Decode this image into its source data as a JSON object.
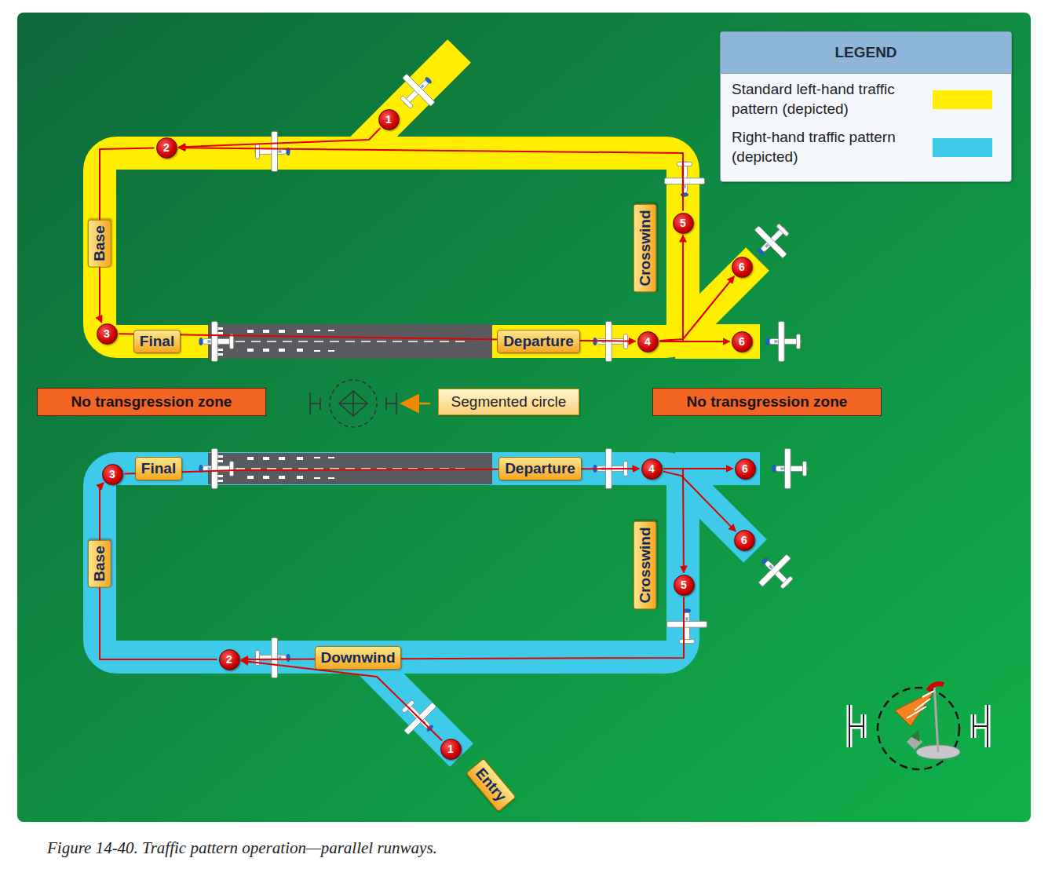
{
  "diagram": {
    "caption": "Figure 14-40. Traffic pattern operation—parallel runways.",
    "nodes": [
      {
        "text": [
          "1"
        ]
      },
      {
        "text": [
          "2"
        ]
      },
      {
        "text": [
          "Base"
        ]
      },
      {
        "text": [
          "Crosswind"
        ]
      },
      {
        "text": [
          "5"
        ]
      },
      {
        "text": [
          "6"
        ]
      },
      {
        "text": [
          "3"
        ]
      },
      {
        "text": [
          "Final"
        ]
      },
      {
        "text": [
          "Departure"
        ]
      },
      {
        "text": [
          "4"
        ]
      },
      {
        "text": [
          "6"
        ]
      },
      {
        "text": [
          "No transgression zone"
        ]
      },
      {
        "text": [
          "Segmented circle"
        ]
      },
      {
        "text": [
          "No transgression zone"
        ]
      },
      {
        "text": [
          "3"
        ]
      },
      {
        "text": [
          "Final"
        ]
      },
      {
        "text": [
          "Departure"
        ]
      },
      {
        "text": [
          "4"
        ]
      },
      {
        "text": [
          "6"
        ]
      },
      {
        "text": [
          "6"
        ]
      },
      {
        "text": [
          "Base"
        ]
      },
      {
        "text": [
          "Crosswind"
        ]
      },
      {
        "text": [
          "5"
        ]
      },
      {
        "text": [
          "2"
        ]
      },
      {
        "text": [
          "Downwind"
        ]
      },
      {
        "text": [
          "1"
        ]
      },
      {
        "text": [
          "Entry"
        ]
      }
    ],
    "edges": [
      {
        "from": 0,
        "to": 1,
        "arrow": "to"
      },
      {
        "from": 4,
        "to": 1,
        "arrow": "to"
      },
      {
        "from": 1,
        "to": 6,
        "arrow": "to"
      },
      {
        "from": 6,
        "to": 9,
        "arrow": "to"
      },
      {
        "from": 9,
        "to": 4,
        "arrow": "to"
      },
      {
        "from": 9,
        "to": 5,
        "arrow": "to"
      },
      {
        "from": 9,
        "to": 10,
        "arrow": "to"
      },
      {
        "from": 25,
        "to": 23,
        "arrow": "to"
      },
      {
        "from": 22,
        "to": 23,
        "arrow": "to"
      },
      {
        "from": 23,
        "to": 14,
        "arrow": "to"
      },
      {
        "from": 14,
        "to": 17,
        "arrow": "to"
      },
      {
        "from": 17,
        "to": 22,
        "arrow": "to"
      },
      {
        "from": 17,
        "to": 18,
        "arrow": "to"
      },
      {
        "from": 17,
        "to": 19,
        "arrow": "to"
      }
    ],
    "labels": [
      "LEGEND"
    ],
    "legend": [
      {
        "text": "Standard left-hand traffic pattern (depicted)",
        "color": "#ffee00"
      },
      {
        "text": "Right-hand traffic pattern (depicted)",
        "color": "#3ecbea"
      }
    ]
  }
}
